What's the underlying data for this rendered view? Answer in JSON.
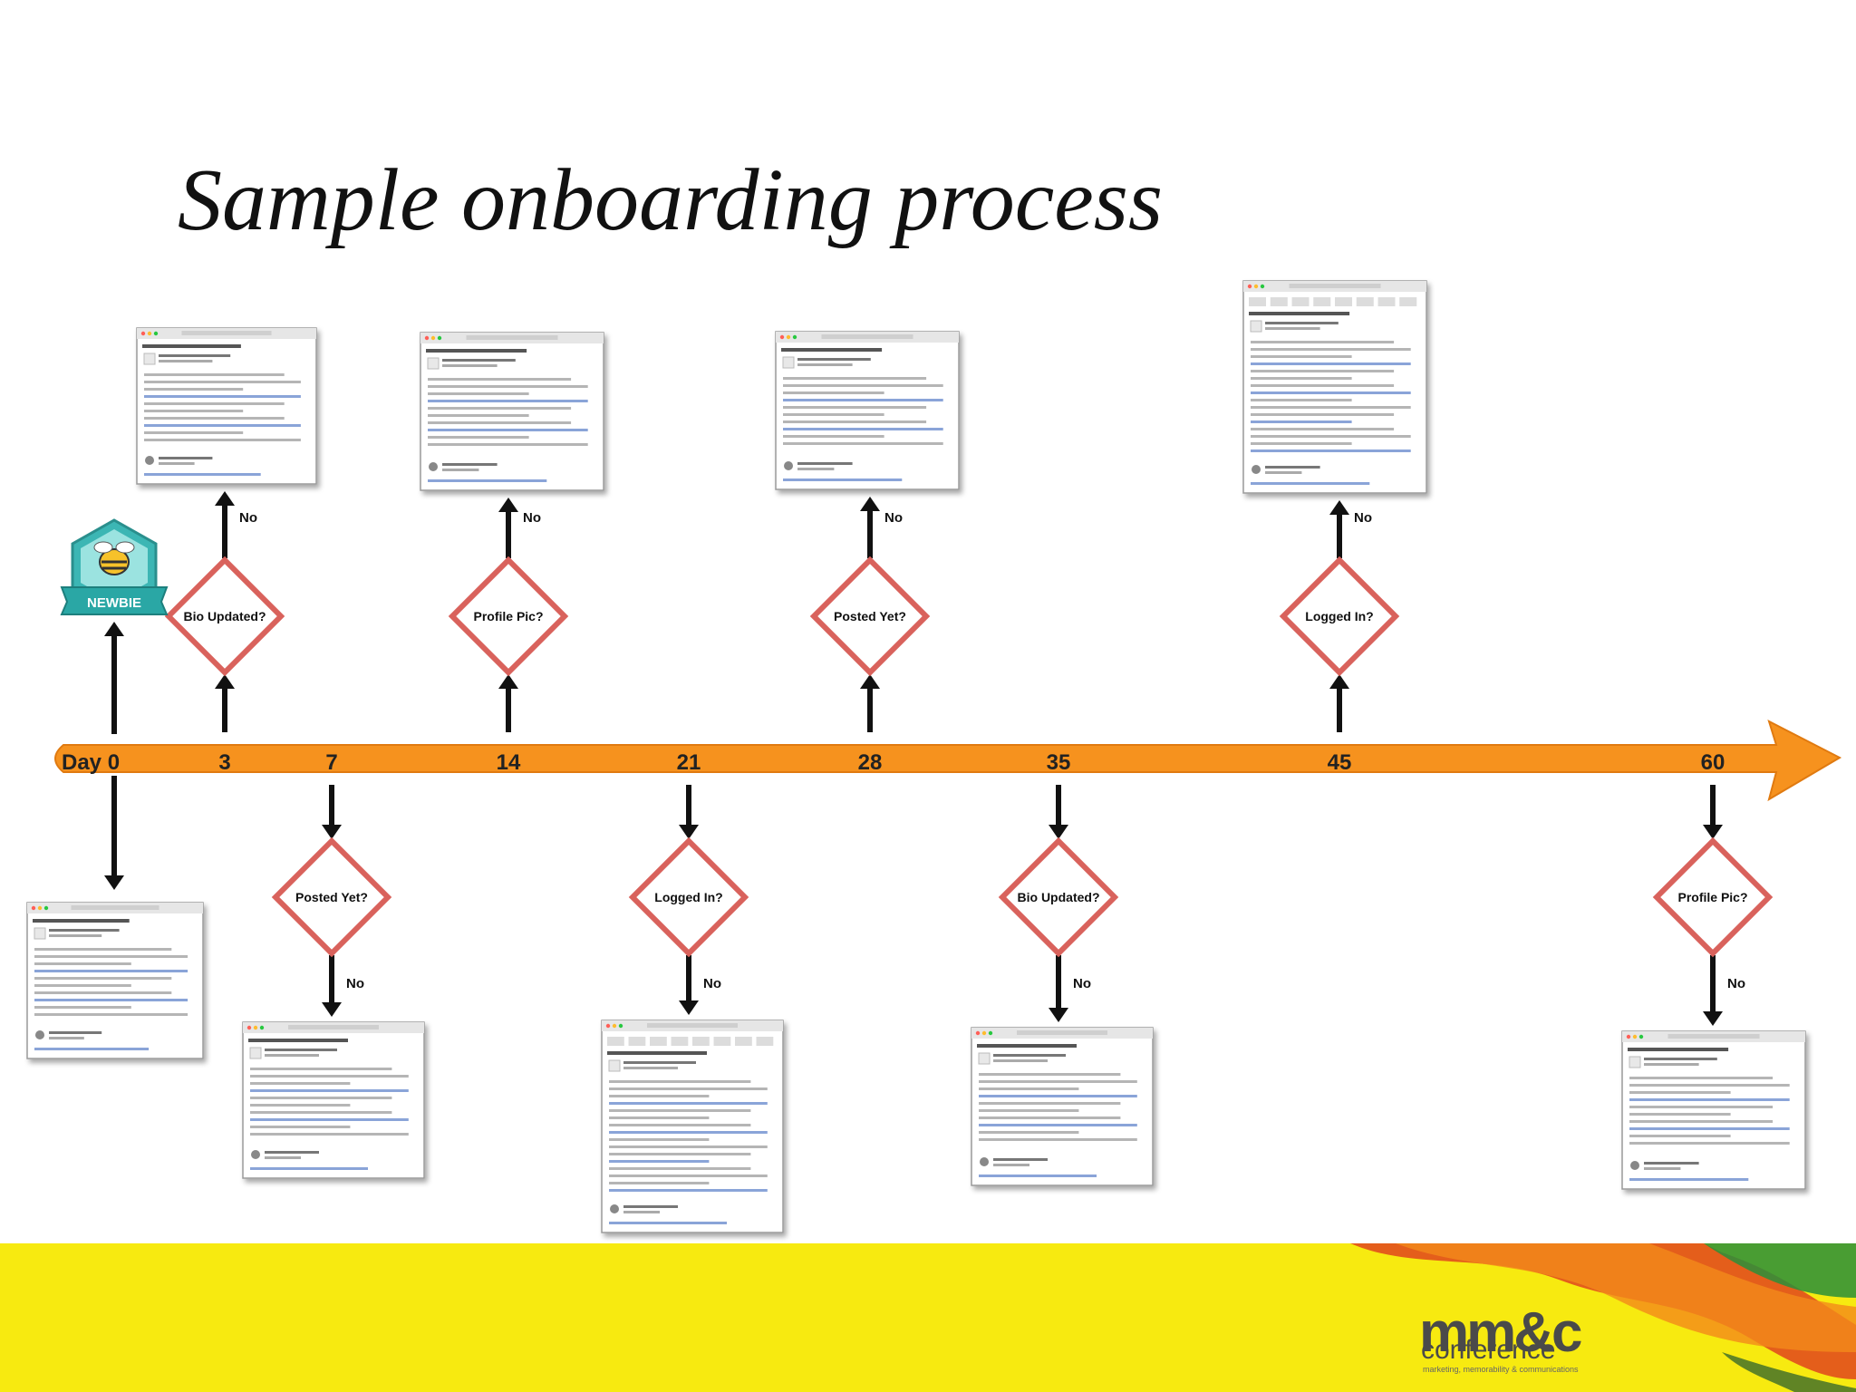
{
  "title": "Sample onboarding process",
  "badge_text": "NEWBIE",
  "timeline": {
    "day_prefix": "Day",
    "days": [
      "0",
      "3",
      "7",
      "14",
      "21",
      "28",
      "35",
      "45",
      "60"
    ],
    "axis_color": "#f6921e"
  },
  "steps": [
    {
      "day": "3",
      "question": "Bio Updated?",
      "branch": "No",
      "side": "above"
    },
    {
      "day": "7",
      "question": "Posted Yet?",
      "branch": "No",
      "side": "below"
    },
    {
      "day": "14",
      "question": "Profile Pic?",
      "branch": "No",
      "side": "above"
    },
    {
      "day": "21",
      "question": "Logged In?",
      "branch": "No",
      "side": "below"
    },
    {
      "day": "28",
      "question": "Posted Yet?",
      "branch": "No",
      "side": "above"
    },
    {
      "day": "35",
      "question": "Bio Updated?",
      "branch": "No",
      "side": "below"
    },
    {
      "day": "45",
      "question": "Logged In?",
      "branch": "No",
      "side": "above"
    },
    {
      "day": "60",
      "question": "Profile Pic?",
      "branch": "No",
      "side": "below"
    }
  ],
  "footer": {
    "logo_main": "mm&c",
    "logo_sub": "conference",
    "logo_tagline": "marketing, memorability & communications",
    "background_color": "#f7ea10"
  }
}
